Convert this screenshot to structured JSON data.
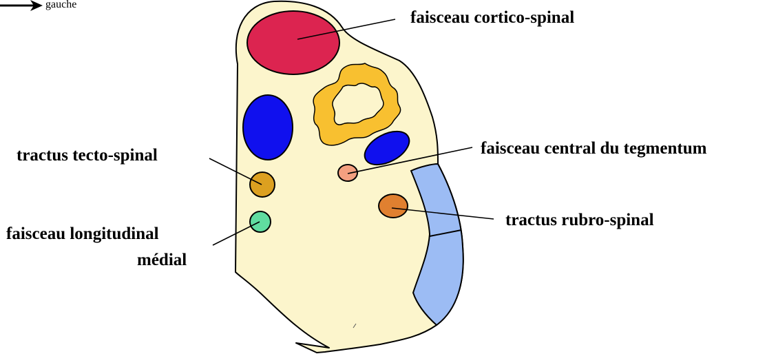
{
  "orientation": {
    "arrow_label": "gauche",
    "arrow_icon": "arrow-right-icon"
  },
  "labels": {
    "cortico_spinal": "faisceau cortico-spinal",
    "central_tegmentum": "faisceau central du tegmentum",
    "tecto_spinal": "tractus tecto-spinal",
    "rubro_spinal": "tractus rubro-spinal",
    "longitudinal_medial_line1": "faisceau longitudinal",
    "longitudinal_medial_line2": "médial"
  },
  "colors": {
    "section_fill": "#fcf5cc",
    "cortico_spinal": "#dc2450",
    "blue_structures": "#1010ee",
    "olive": "#f8c030",
    "central_tegmentum": "#f4a080",
    "tecto_spinal": "#dca020",
    "rubro_spinal": "#e08030",
    "longitudinal_medial": "#60dca0",
    "lateral_band": "#9cbcf4"
  }
}
